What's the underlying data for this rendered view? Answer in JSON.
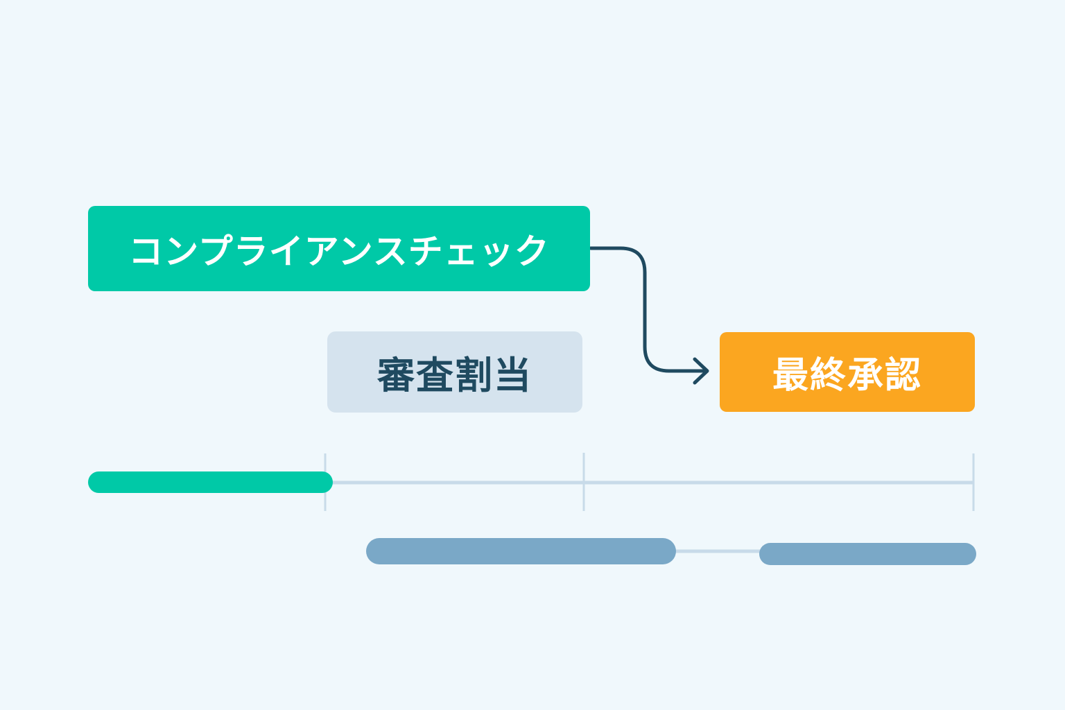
{
  "nodes": {
    "compliance": "コンプライアンスチェック",
    "review": "審査割当",
    "approval": "最終承認"
  },
  "colors": {
    "background": "#f0f8fc",
    "compliance": "#00c9a7",
    "review": "#d5e3ee",
    "approval": "#fba620",
    "arrow": "#1f4a60",
    "track": "#c8dbe9",
    "bar": "#7aa8c7"
  }
}
